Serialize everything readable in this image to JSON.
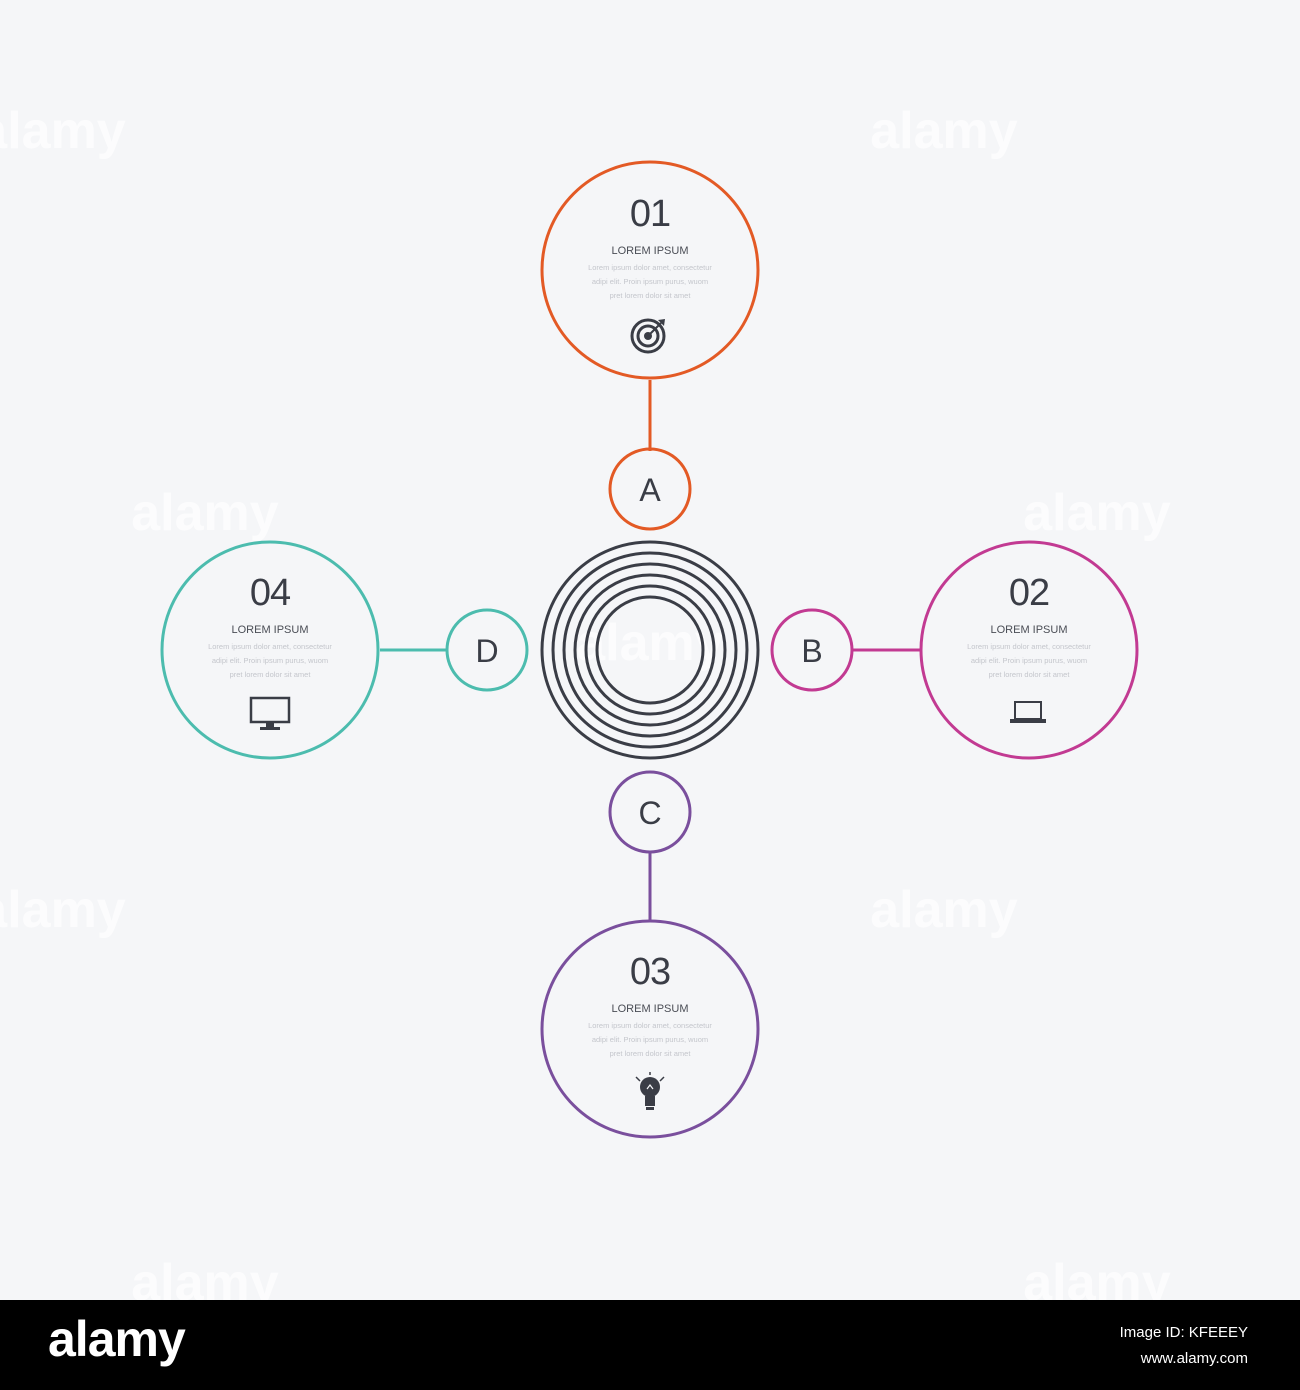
{
  "watermark_text": "alamy",
  "colors": {
    "background": "#f5f6f8",
    "text_dark": "#3a3d46",
    "step_01": "#e35a25",
    "step_02": "#c23a92",
    "step_03": "#7a4f9d",
    "step_04": "#4cbcae",
    "rings": "#3a3d46"
  },
  "center_rings": {
    "count": 6
  },
  "steps": [
    {
      "number": "01",
      "title": "LOREM IPSUM",
      "body": [
        "Lorem ipsum dolor amet, consectetur",
        "adipi elit. Proin ipsum purus, wuom",
        "pret lorem dolor sit amet"
      ],
      "icon": "target-icon",
      "letter": "A"
    },
    {
      "number": "02",
      "title": "LOREM IPSUM",
      "body": [
        "Lorem ipsum dolor amet, consectetur",
        "adipi elit. Proin ipsum purus, wuom",
        "pret lorem dolor sit amet"
      ],
      "icon": "laptop-icon",
      "letter": "B"
    },
    {
      "number": "03",
      "title": "LOREM IPSUM",
      "body": [
        "Lorem ipsum dolor amet, consectetur",
        "adipi elit. Proin ipsum purus, wuom",
        "pret lorem dolor sit amet"
      ],
      "icon": "lightbulb-icon",
      "letter": "C"
    },
    {
      "number": "04",
      "title": "LOREM IPSUM",
      "body": [
        "Lorem ipsum dolor amet, consectetur",
        "adipi elit. Proin ipsum purus, wuom",
        "pret lorem dolor sit amet"
      ],
      "icon": "monitor-icon",
      "letter": "D"
    }
  ],
  "footer": {
    "logo": "alamy",
    "image_id_label": "Image ID: KFEEEY",
    "url": "www.alamy.com"
  }
}
